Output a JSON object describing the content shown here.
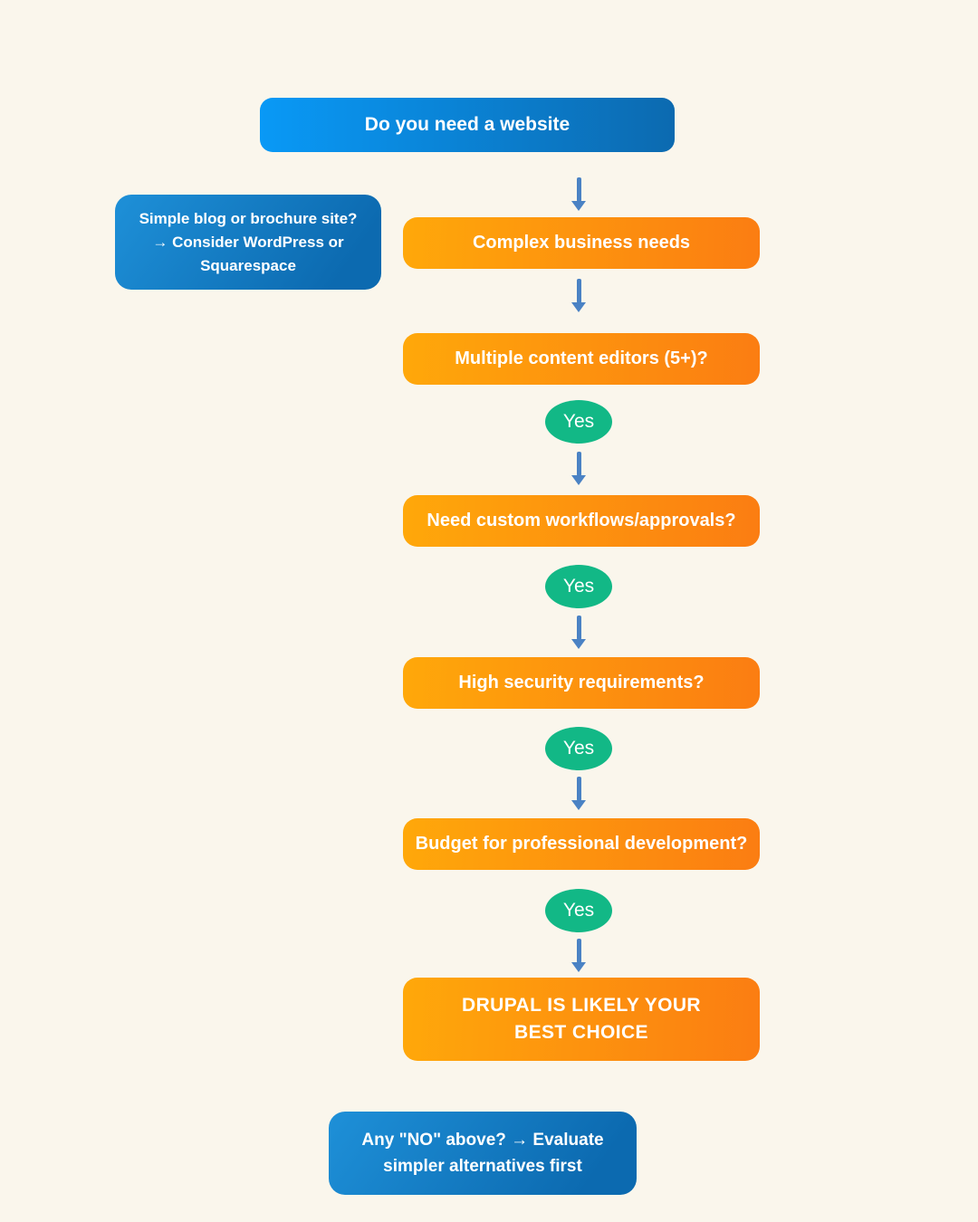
{
  "colors": {
    "background": "#FAF6EC",
    "blue_start": "#0999F6",
    "blue_end": "#0C6AB0",
    "orange_start": "#FFA80A",
    "orange_end": "#FB7D12",
    "green": "#12B886",
    "arrow": "#4A82C4",
    "node_text": "#FFFFFF"
  },
  "nodes": {
    "start": {
      "label": "Do you need a website"
    },
    "side_note": {
      "lines": [
        "Simple blog or brochure site?",
        "→ Consider WordPress or",
        "Squarespace"
      ]
    },
    "questions": [
      "Complex business needs",
      "Multiple content editors (5+)?",
      "Need custom workflows/approvals?",
      "High security requirements?",
      "Budget for professional development?"
    ],
    "yes_label": "Yes",
    "result": {
      "lines": [
        "DRUPAL IS LIKELY YOUR",
        "BEST CHOICE"
      ]
    },
    "footer": {
      "lines": [
        "Any \"NO\" above? → Evaluate",
        "simpler alternatives first"
      ]
    }
  }
}
